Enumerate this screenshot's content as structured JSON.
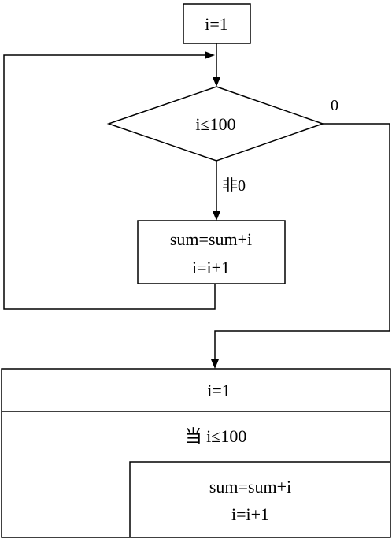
{
  "flowchart": {
    "init": "i=1",
    "condition": "i≤100",
    "branch_true": "非0",
    "branch_false": "0",
    "body_line1": "sum=sum+i",
    "body_line2": "i=i+1"
  },
  "nsd": {
    "init": "i=1",
    "loop_header": "当 i≤100",
    "body_line1": "sum=sum+i",
    "body_line2": "i=i+1"
  }
}
